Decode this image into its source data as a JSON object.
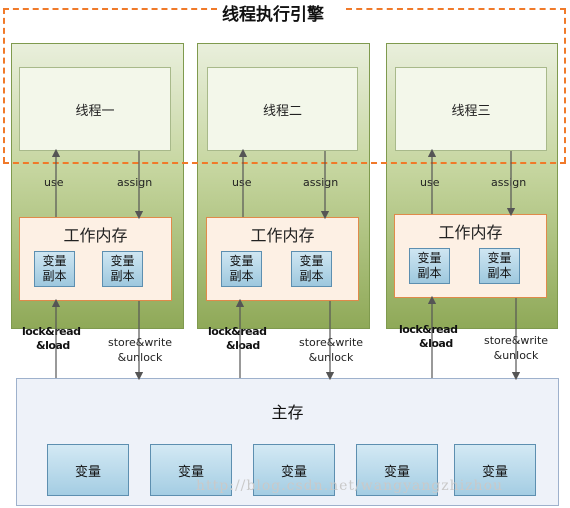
{
  "diagram": {
    "title": "线程执行引擎",
    "threads": [
      {
        "name": "线程一",
        "use": "use",
        "assign": "assign",
        "work_title": "工作内存",
        "copy_top": "变量",
        "copy_bottom": "副本"
      },
      {
        "name": "线程二",
        "use": "use",
        "assign": "assign",
        "work_title": "工作内存",
        "copy_top": "变量",
        "copy_bottom": "副本"
      },
      {
        "name": "线程三",
        "use": "use",
        "assign": "assign",
        "work_title": "工作内存",
        "copy_top": "变量",
        "copy_bottom": "副本"
      }
    ],
    "lock_label_line1": "lock&read",
    "lock_label_line2": "&load",
    "store_label_line1": "store&write",
    "store_label_line2": "&unlock",
    "main_memory": {
      "title": "主存",
      "variables": [
        "变量",
        "变量",
        "变量",
        "变量",
        "变量"
      ]
    },
    "watermark": "http://blog.csdn.net/wangyangzhizhou"
  },
  "colors": {
    "engine_border": "#f07a2a",
    "thread_column": "#8fa958",
    "work_memory_border": "#e08a4a",
    "variable_box": "#a4cde3"
  }
}
